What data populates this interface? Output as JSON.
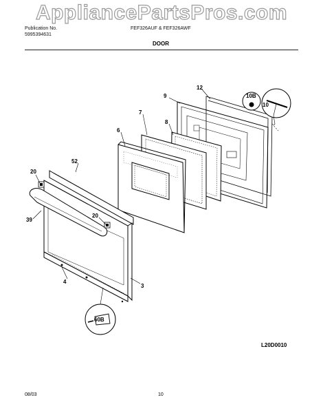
{
  "watermark": "AppliancePartsPros.com",
  "header": {
    "publication_label": "Publication No.",
    "publication_no": "5995394631",
    "models": "FEF326AUF & FEF326AWF",
    "section_title": "DOOR"
  },
  "diagram_code": "L20D0010",
  "footer": {
    "date": "08/03",
    "page": "10"
  },
  "callouts": {
    "c9": "9",
    "c12": "12",
    "c10b": "10B",
    "c10": "10",
    "c7": "7",
    "c8": "8",
    "c6": "6",
    "c52": "52",
    "c20a": "20",
    "c39": "39",
    "c20b": "20",
    "c4": "4",
    "c3": "3",
    "c60b": "60B"
  }
}
